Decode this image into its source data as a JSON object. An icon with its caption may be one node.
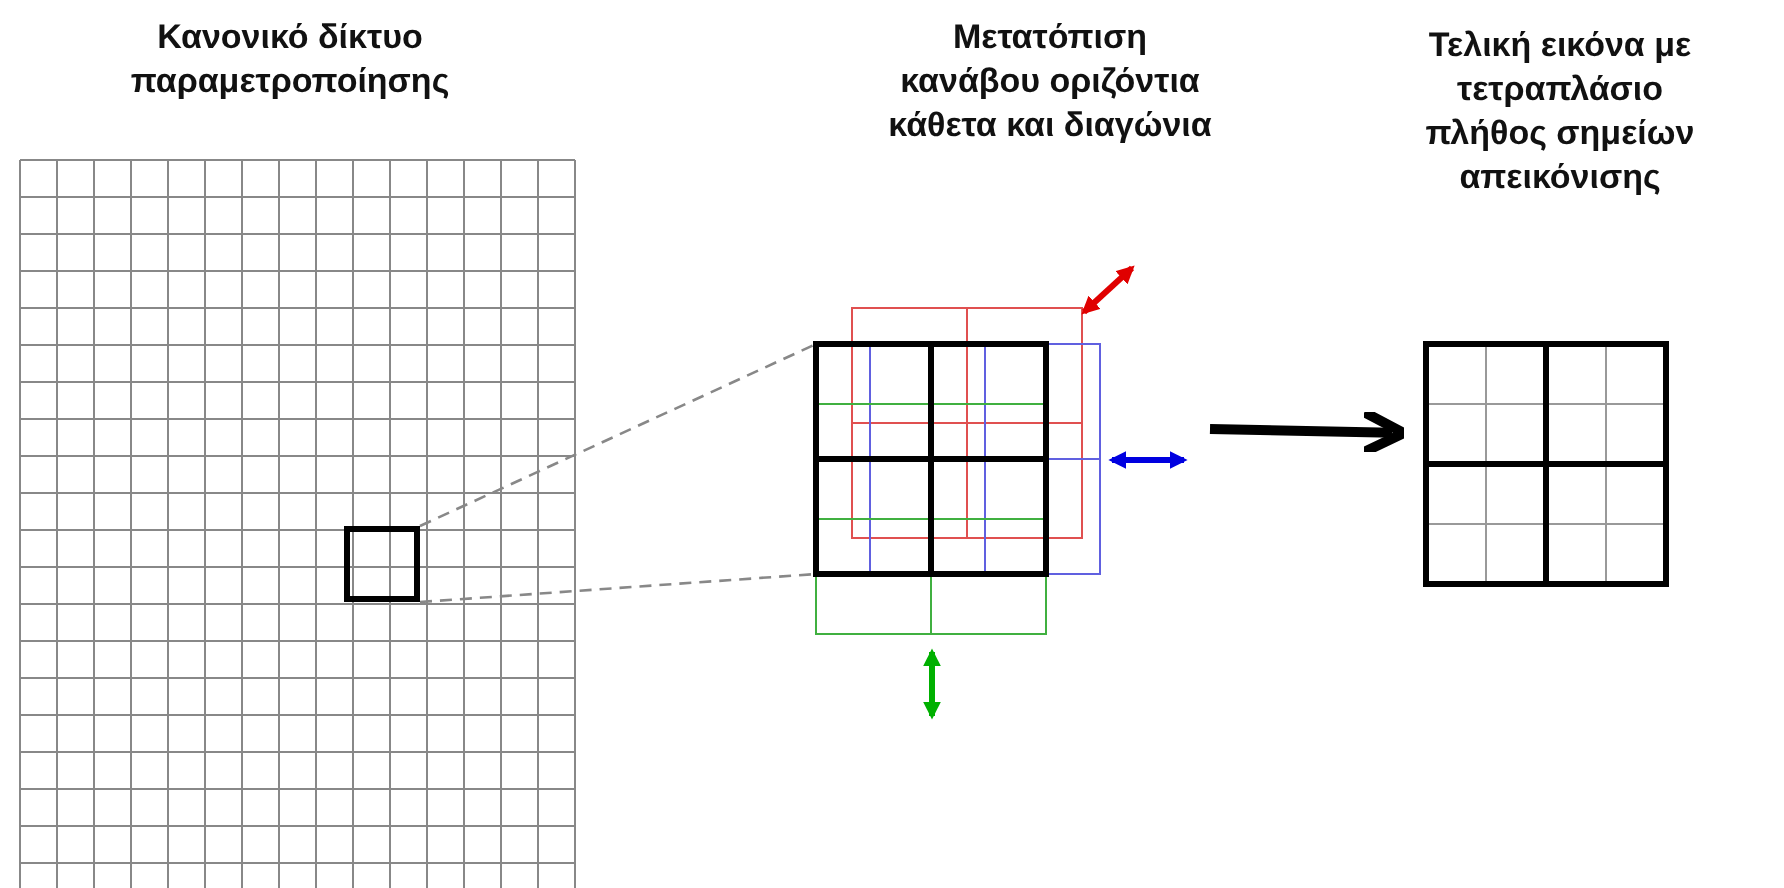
{
  "diagram": {
    "nodes": [
      {
        "text": [
          "Κανονικό δίκτυο παραμετροποίησης"
        ]
      },
      {
        "text": [],
        "shape": "box",
        "in": 0
      },
      {
        "text": [
          "Μετατόπιση κανάβου οριζόντια κάθετα και διαγώνια"
        ]
      },
      {
        "text": [
          "Τελική εικόνα με τετραπλάσιο πλήθος σημείων απεικόνισης"
        ]
      }
    ],
    "edges": [
      {
        "from": 1,
        "to": 2,
        "arrow": "none",
        "style": "dashed"
      },
      {
        "from": 1,
        "to": 2,
        "arrow": "none",
        "style": "dashed"
      },
      {
        "from": 2,
        "to": 3,
        "arrow": "to",
        "style": "thick",
        "color": "#000000"
      }
    ]
  }
}
